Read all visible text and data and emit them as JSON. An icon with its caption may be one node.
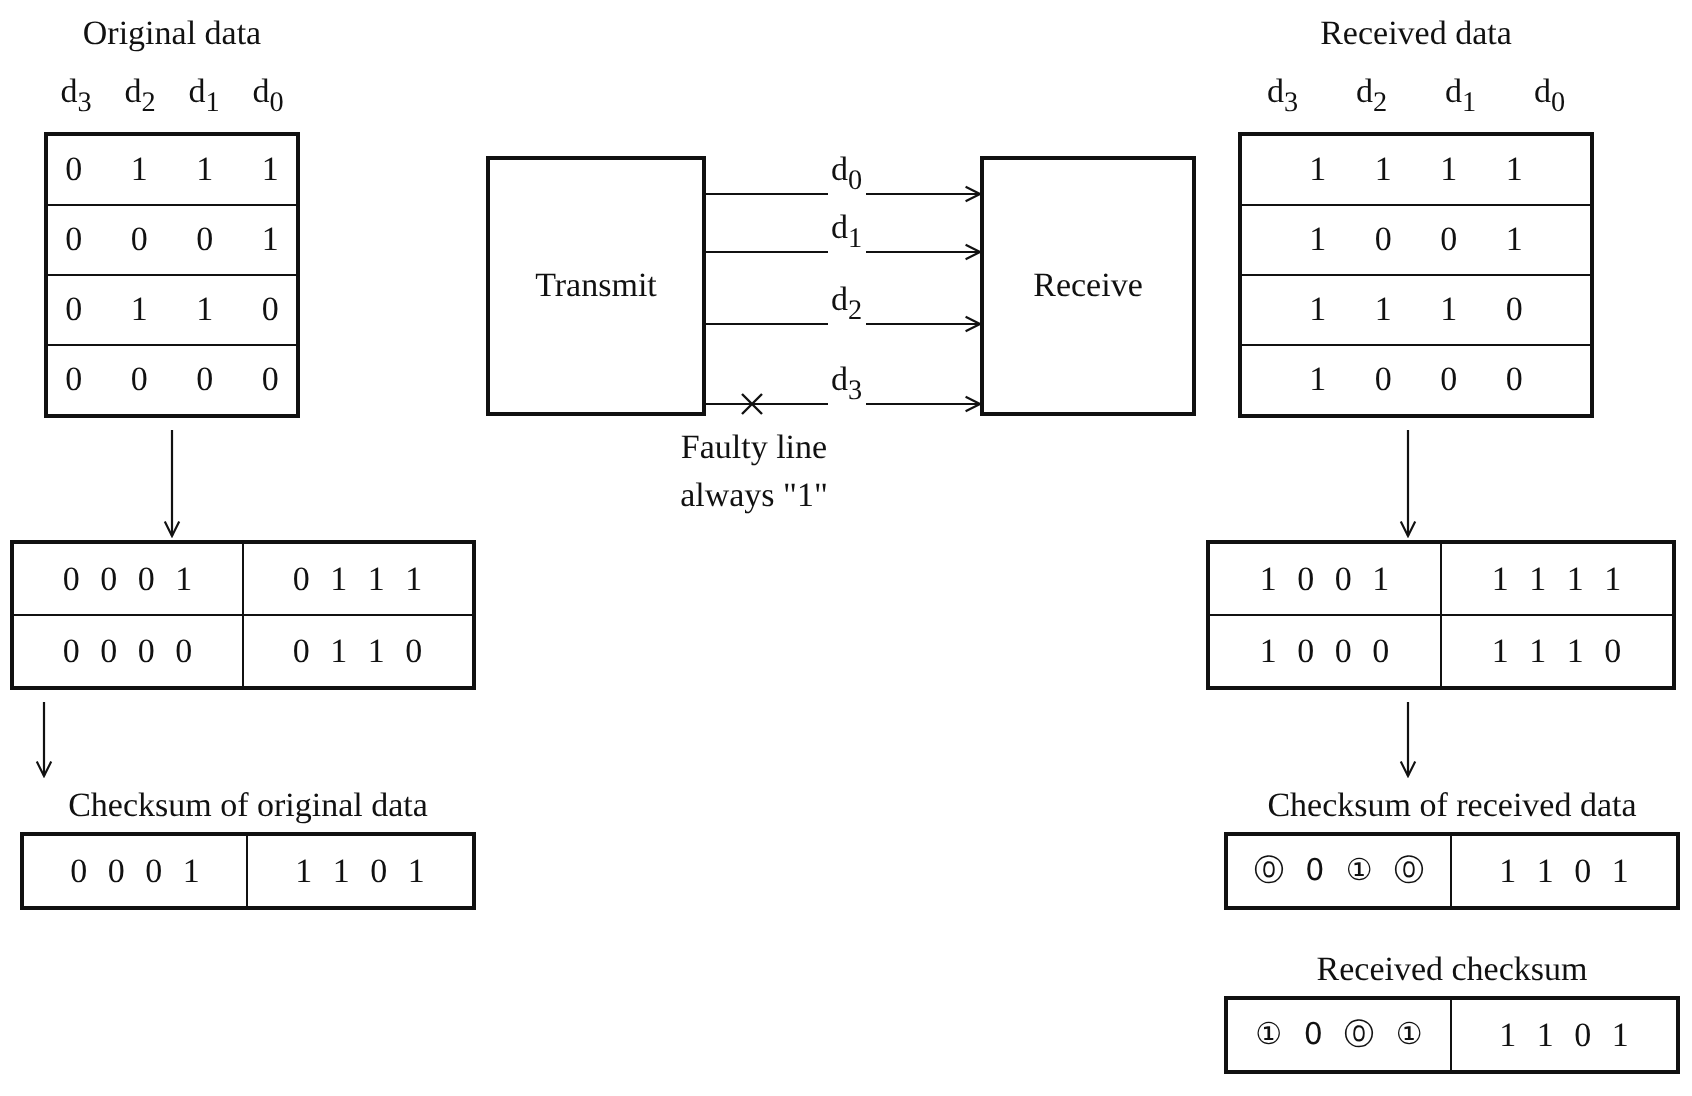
{
  "diagram": {
    "nodes": [
      {
        "text": [
          "Original data",
          "d$_{3}$",
          "d$_{2}$",
          "d$_{1}$",
          "d$_{0}$",
          "0 1 1 1",
          "0 0 0 1",
          "0 1 1 0",
          "0 0 0 0"
        ]
      },
      {
        "text": [
          "Transmit"
        ]
      },
      {
        "text": [
          "Receive"
        ]
      },
      {
        "text": [
          "Received data",
          "d$_{3}$",
          "d$_{2}$",
          "d$_{1}$",
          "d$_{0}$",
          "1 1 1 1",
          "1 0 0 1",
          "1 1 1 0",
          "1 0 0 0"
        ]
      },
      {
        "text": [
          "0 0 0 1",
          "0 1 1 1",
          "0 0 0 0",
          "0 1 1 0"
        ]
      },
      {
        "text": [
          "1 0 0 1",
          "1 1 1 1",
          "1 0 0 0",
          "1 1 1 0"
        ]
      },
      {
        "text": [
          "Checksum of original data",
          "0 0 0 1",
          "1 1 0 1"
        ]
      },
      {
        "text": [
          "Checksum of received data",
          "⓪ 0 ① ⓪",
          "1 1 0 1"
        ]
      },
      {
        "text": [
          "Received checksum",
          "① 0 ⓪ ①",
          "1 1 0 1"
        ]
      }
    ],
    "edges": [
      {
        "from": 1,
        "to": 2,
        "arrow": "to",
        "label": "d$_{0}$"
      },
      {
        "from": 1,
        "to": 2,
        "arrow": "to",
        "label": "d$_{1}$"
      },
      {
        "from": 1,
        "to": 2,
        "arrow": "to",
        "label": "d$_{2}$"
      },
      {
        "from": 1,
        "to": 2,
        "arrow": "to",
        "label": "d$_{3}$"
      },
      {
        "from": 0,
        "to": 4,
        "arrow": "to"
      },
      {
        "from": 4,
        "to": 6,
        "arrow": "to"
      },
      {
        "from": 3,
        "to": 5,
        "arrow": "to"
      },
      {
        "from": 5,
        "to": 7,
        "arrow": "to"
      }
    ],
    "labels": [
      "Faulty line always \"1\""
    ]
  }
}
